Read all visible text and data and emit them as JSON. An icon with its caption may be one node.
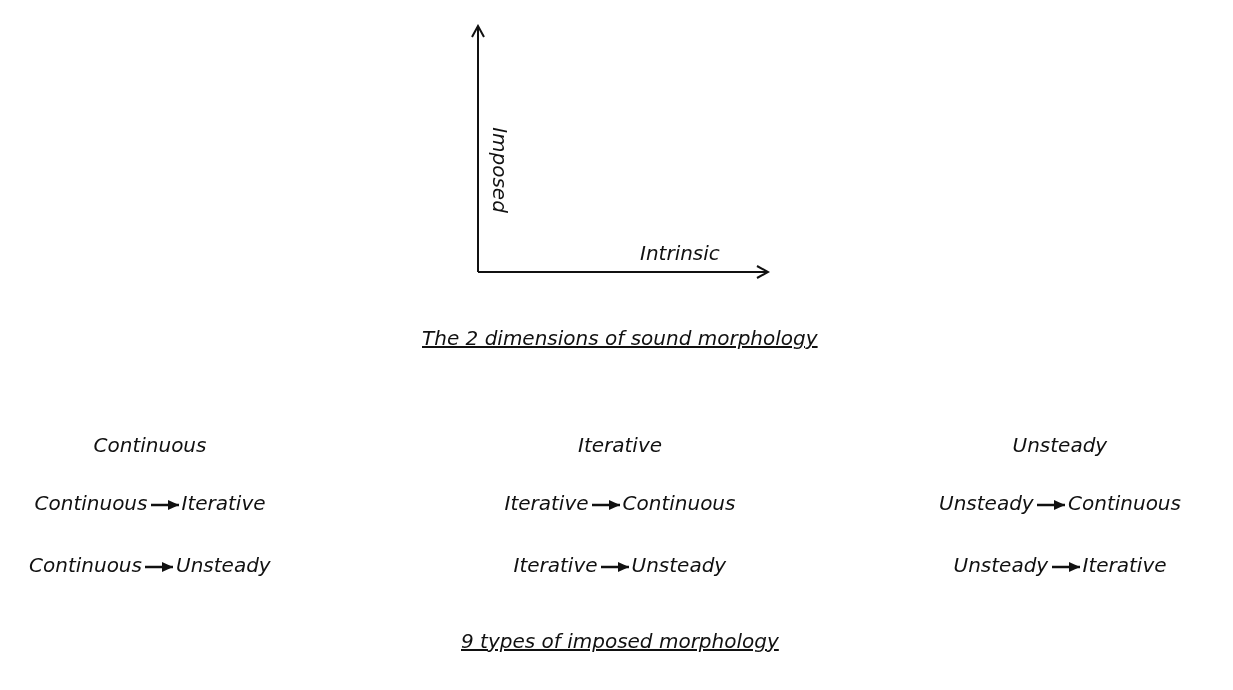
{
  "diagram": {
    "nodes": [
      {
        "text": [
          "Continuous"
        ]
      },
      {
        "text": [
          "Iterative"
        ]
      },
      {
        "text": [
          "Iterative"
        ]
      },
      {
        "text": [
          "Continuous"
        ]
      },
      {
        "text": [
          "Unsteady"
        ]
      },
      {
        "text": [
          "Continuous"
        ]
      },
      {
        "text": [
          "Continuous"
        ]
      },
      {
        "text": [
          "Unsteady"
        ]
      },
      {
        "text": [
          "Iterative"
        ]
      },
      {
        "text": [
          "Unsteady"
        ]
      },
      {
        "text": [
          "Unsteady"
        ]
      },
      {
        "text": [
          "Iterative"
        ]
      }
    ],
    "edges": [
      {
        "from": 0,
        "to": 1,
        "arrow": "to"
      },
      {
        "from": 2,
        "to": 3,
        "arrow": "to"
      },
      {
        "from": 4,
        "to": 5,
        "arrow": "to"
      },
      {
        "from": 6,
        "to": 7,
        "arrow": "to"
      },
      {
        "from": 8,
        "to": 9,
        "arrow": "to"
      },
      {
        "from": 10,
        "to": 11,
        "arrow": "to"
      }
    ],
    "labels": [
      "Imposed",
      "Intrinsic",
      "The 2 dimensions of sound morphology",
      "Continuous",
      "Iterative",
      "Unsteady",
      "9 types of imposed morphology"
    ]
  }
}
